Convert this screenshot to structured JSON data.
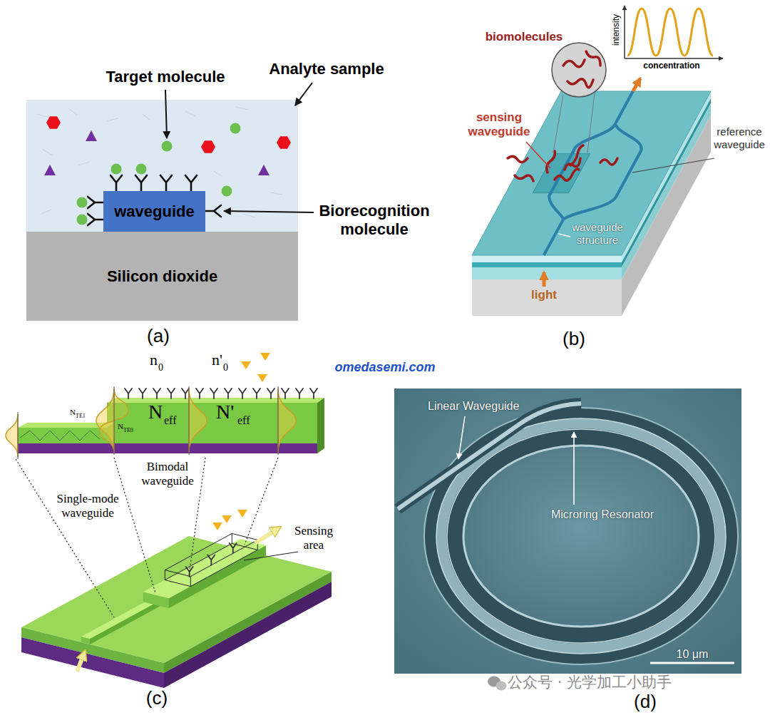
{
  "diagram": {
    "nodes": [
      {
        "text": [
          "waveguide"
        ]
      },
      {
        "text": [
          "Silicon dioxide"
        ]
      }
    ],
    "labels": [
      "Target molecule",
      "Analyte sample",
      "Biorecognition molecule",
      "(a)",
      "biomolecules",
      "intensity",
      "concentration",
      "sensing waveguide",
      "reference waveguide",
      "waveguide structure",
      "light",
      "(b)",
      "omedasemi.com",
      "n",
      "0",
      "n'",
      "0",
      "N",
      "eff",
      "N'",
      "eff",
      "N",
      "TE1",
      "N",
      "TE0",
      "Bimodal waveguide",
      "Single-mode waveguide",
      "Sensing area",
      "(c)",
      "Linear Waveguide",
      "Microring Resonator",
      "10 μm",
      "(d)",
      "公众号 · 光学加工小助手"
    ]
  }
}
